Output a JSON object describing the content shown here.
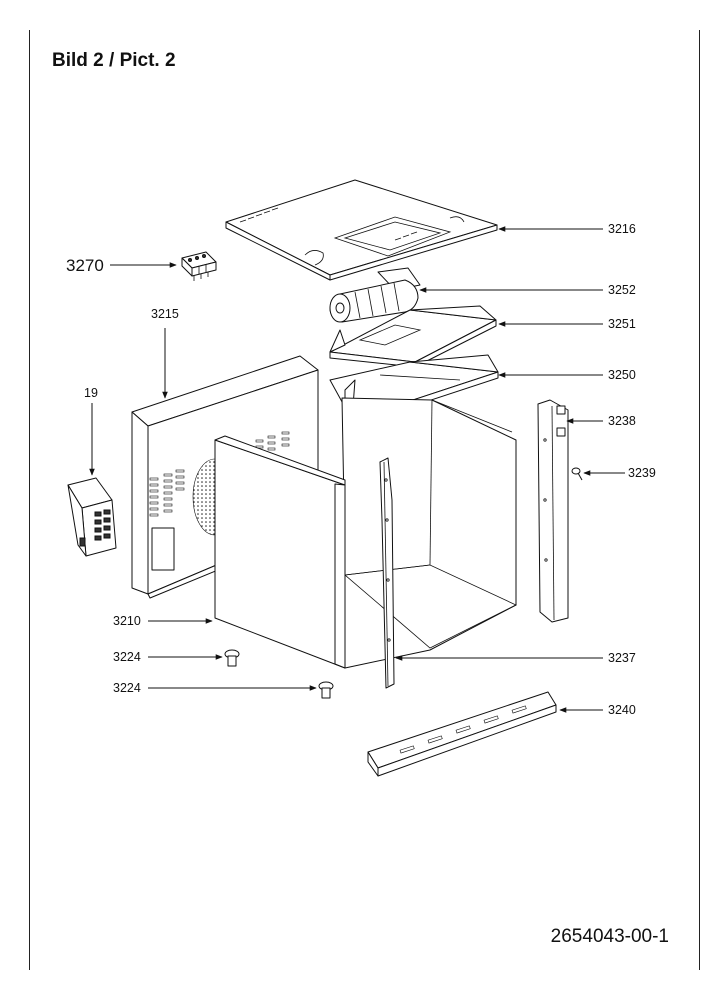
{
  "title": "Bild 2 / Pict. 2",
  "document_number": "2654043-00-1",
  "part_labels": {
    "p3216": "3216",
    "p3270": "3270",
    "p3252": "3252",
    "p3215": "3215",
    "p3251": "3251",
    "p19": "19",
    "p3250": "3250",
    "p3238": "3238",
    "p3239": "3239",
    "p3210": "3210",
    "p3224a": "3224",
    "p3237": "3237",
    "p3224b": "3224",
    "p3240": "3240"
  }
}
